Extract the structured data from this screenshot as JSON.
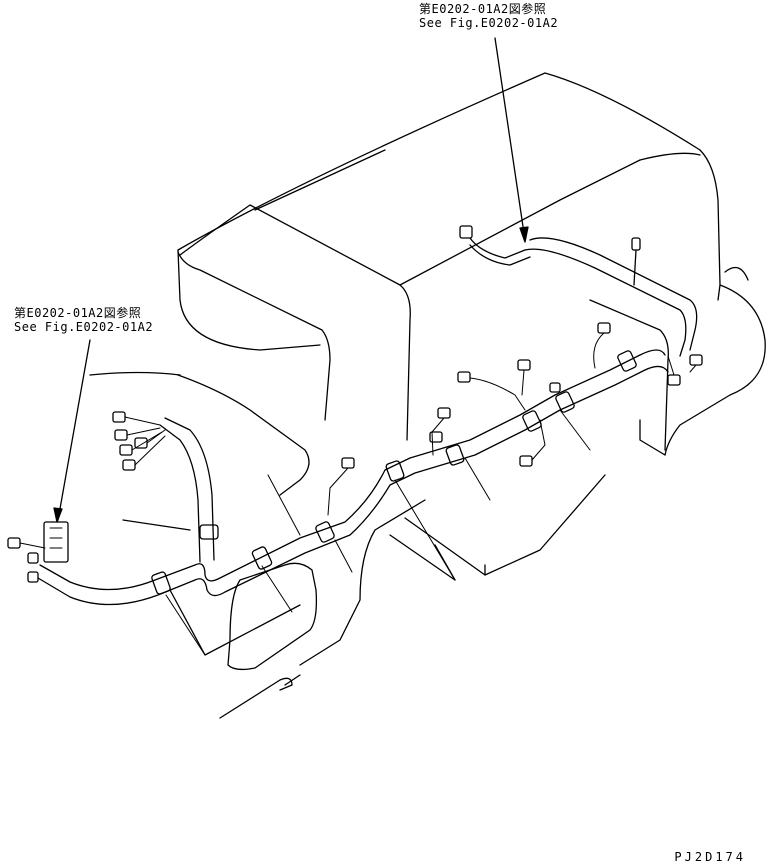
{
  "references": {
    "top": {
      "jp": "第E0202-01A2図参照",
      "en": "See Fig.E0202-01A2"
    },
    "left": {
      "jp": "第E0202-01A2図参照",
      "en": "See Fig.E0202-01A2"
    }
  },
  "figure_id": "PJ2D174"
}
